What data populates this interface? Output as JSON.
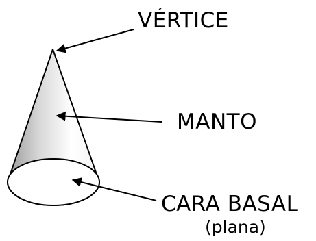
{
  "labels": {
    "vertice": "VÉRTICE",
    "manto": "MANTO",
    "cara_basal": "CARA BASAL",
    "plana": "(plana)"
  }
}
